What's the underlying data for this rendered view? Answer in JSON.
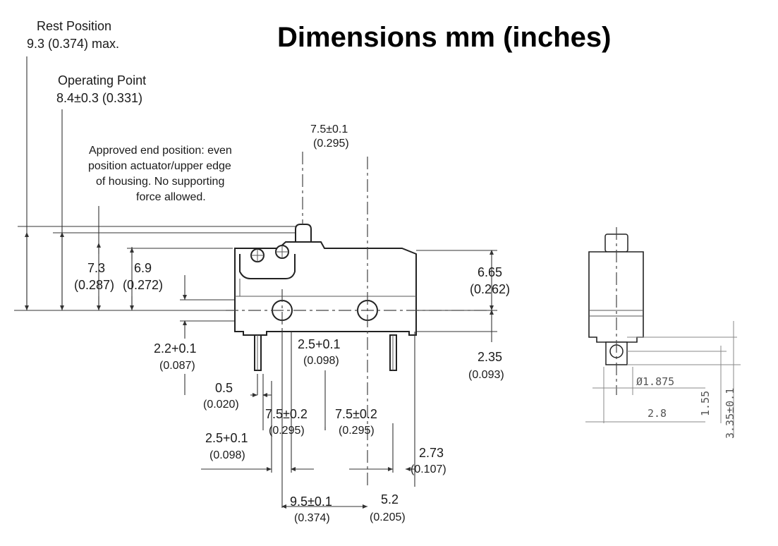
{
  "title": "Dimensions mm (inches)",
  "labels": {
    "rest_position": {
      "line1": "Rest Position",
      "line2": "9.3 (0.374) max."
    },
    "operating_point": {
      "line1": "Operating Point",
      "line2": "8.4±0.3 (0.331)"
    },
    "approved_note": [
      "Approved end position: even",
      "position actuator/upper edge",
      "of housing.  No supporting",
      "force allowed."
    ],
    "top_width": {
      "mm": "7.5±0.1",
      "in": "(0.295)"
    },
    "dim_7_3": {
      "mm": "7.3",
      "in": "(0.287)"
    },
    "dim_6_9": {
      "mm": "6.9",
      "in": "(0.272)"
    },
    "dim_6_65": {
      "mm": "6.65",
      "in": "(0.262)"
    },
    "dim_2_2": {
      "mm": "2.2+0.1",
      "in": "(0.087)"
    },
    "dim_2_5_top": {
      "mm": "2.5+0.1",
      "in": "(0.098)"
    },
    "dim_2_35": {
      "mm": "2.35",
      "in": "(0.093)"
    },
    "dim_0_5": {
      "mm": "0.5",
      "in": "(0.020)"
    },
    "dim_7_5_left": {
      "mm": "7.5±0.2",
      "in": "(0.295)"
    },
    "dim_7_5_right": {
      "mm": "7.5±0.2",
      "in": "(0.295)"
    },
    "dim_2_5_bottom": {
      "mm": "2.5+0.1",
      "in": "(0.098)"
    },
    "dim_2_73": {
      "mm": "2.73",
      "in": "(0.107)"
    },
    "dim_9_5": {
      "mm": "9.5±0.1",
      "in": "(0.374)"
    },
    "dim_5_2": {
      "mm": "5.2",
      "in": "(0.205)"
    },
    "side_1_875": "Ø1.875",
    "side_2_8": "2.8",
    "side_1_55": "1.55",
    "side_3_35": "3.35±0.1"
  }
}
